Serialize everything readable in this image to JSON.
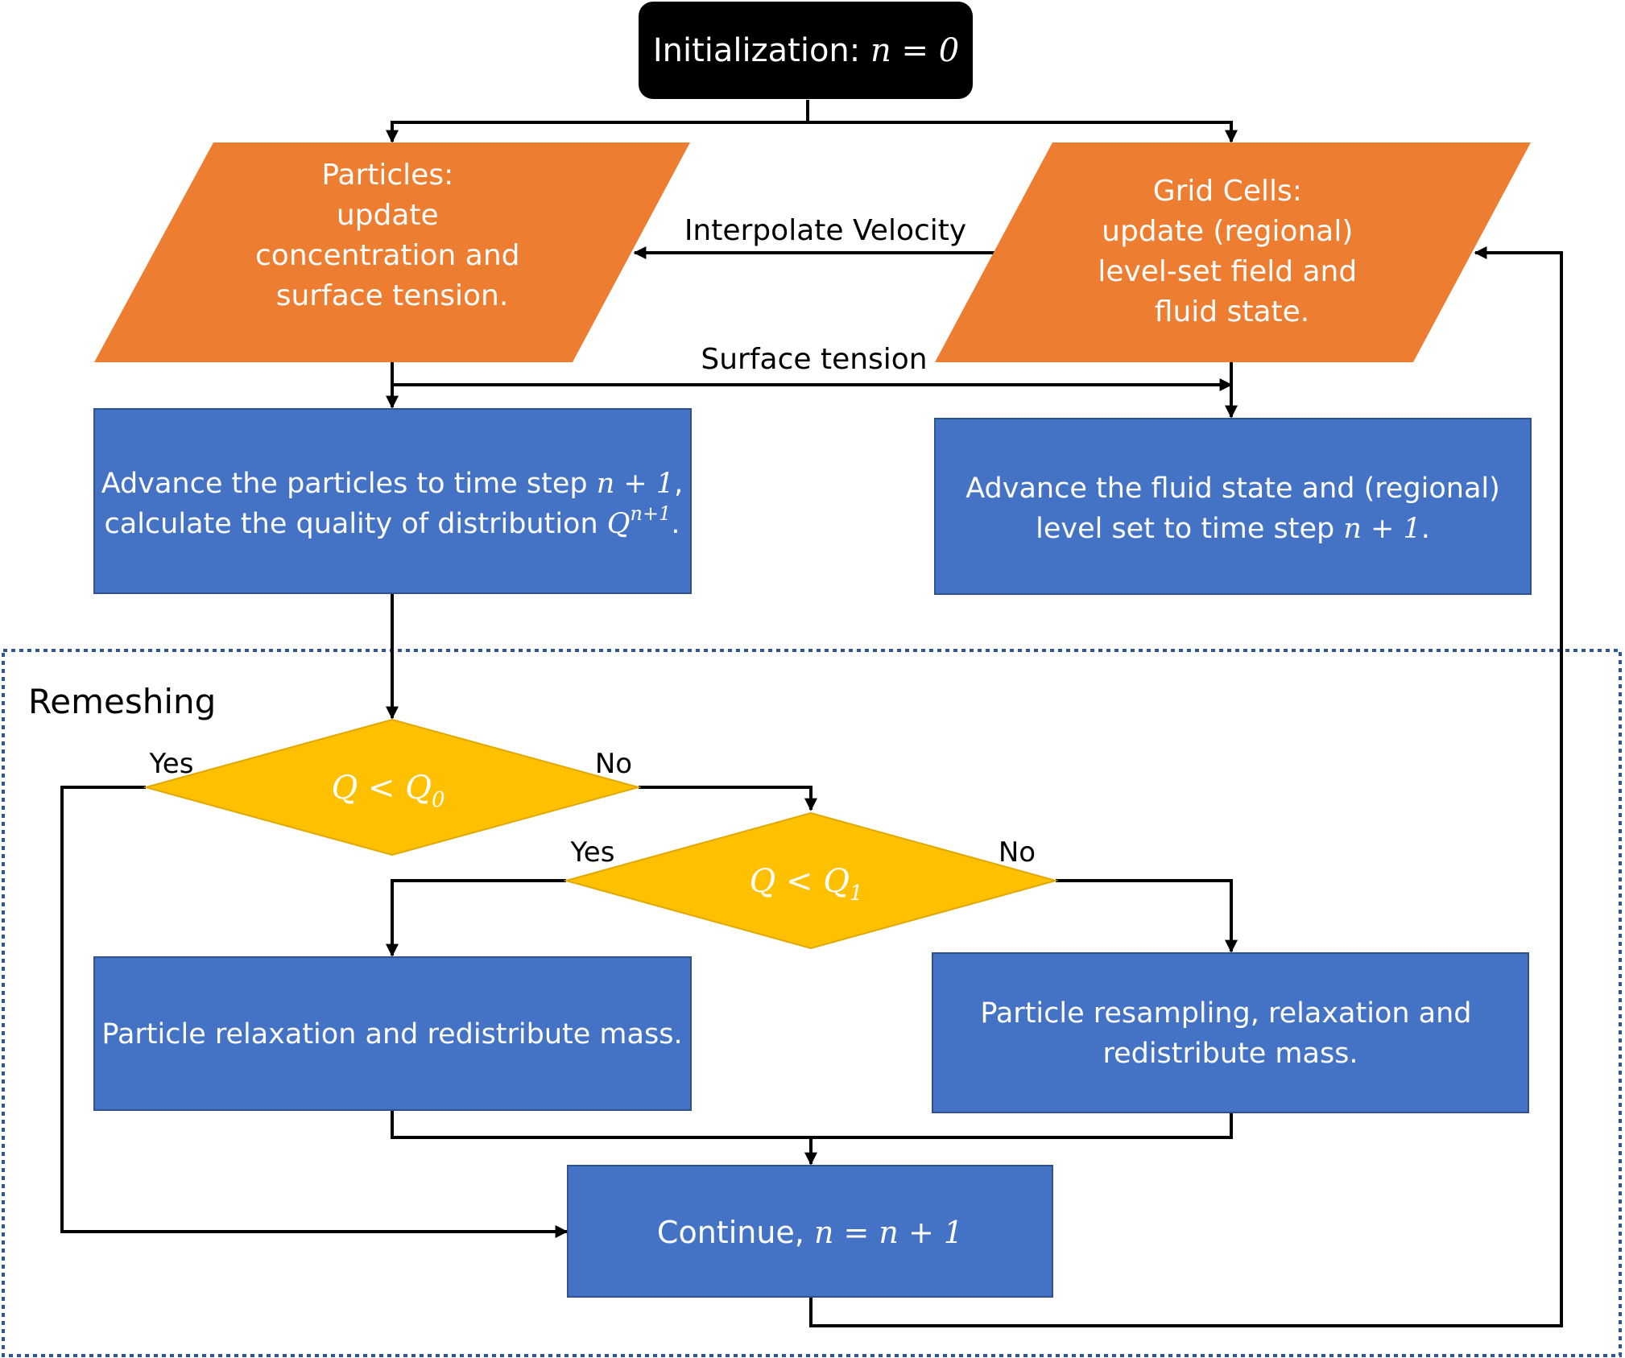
{
  "nodes": {
    "init": {
      "lead": "Initialization: ",
      "math": "n = 0"
    },
    "particles": {
      "lines": [
        "Particles:",
        "update",
        "concentration and",
        "surface tension."
      ]
    },
    "grid": {
      "lines": [
        "Grid Cells:",
        "update (regional)",
        "level-set field and",
        "fluid state."
      ]
    },
    "advance_particles": {
      "line1_text": "Advance the particles to time step ",
      "line1_math": "n + 1",
      "line1_tail": ",",
      "line2_text": "calculate the quality of distribution ",
      "line2_base": "Q",
      "line2_sup": "n+1",
      "line2_tail": "."
    },
    "advance_fluid": {
      "line1": "Advance the fluid state and (regional)",
      "line2_text": "level set to time step ",
      "line2_math": "n + 1",
      "line2_tail": "."
    },
    "decision0": {
      "base": "Q < Q",
      "sub": "0"
    },
    "decision1": {
      "base": "Q < Q",
      "sub": "1"
    },
    "relaxation": {
      "text": "Particle relaxation and redistribute mass."
    },
    "resampling": {
      "lines": [
        "Particle resampling, relaxation and",
        "redistribute mass."
      ]
    },
    "continue": {
      "lead": "Continue, ",
      "math": "n = n + 1"
    }
  },
  "edges": {
    "interpolate_velocity": "Interpolate Velocity",
    "surface_tension": "Surface tension",
    "d0_yes": "Yes",
    "d0_no": "No",
    "d1_yes": "Yes",
    "d1_no": "No"
  },
  "region": {
    "label": "Remeshing"
  },
  "colors": {
    "orange": "#ED7D31",
    "blue": "#4472C4",
    "yellow": "#FFC000",
    "black": "#000000",
    "dotted_border": "#2F5597",
    "node_text": "#FFFFFF"
  }
}
